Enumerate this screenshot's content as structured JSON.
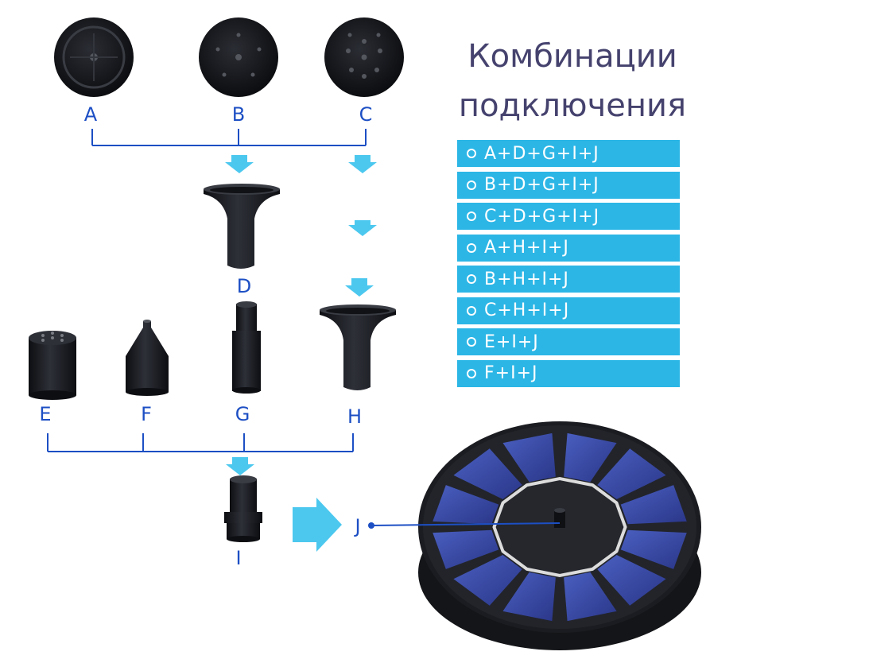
{
  "title_lines": [
    "Комбинации",
    "подключения"
  ],
  "parts": {
    "A": "A",
    "B": "B",
    "C": "C",
    "D": "D",
    "E": "E",
    "F": "F",
    "G": "G",
    "H": "H",
    "I": "I",
    "J": "J"
  },
  "combinations": [
    "A+D+G+I+J",
    "B+D+G+I+J",
    "C+D+G+I+J",
    "A+H+I+J",
    "B+H+I+J",
    "C+H+I+J",
    "E+I+J",
    "F+I+J"
  ],
  "colors": {
    "label_blue": "#1d4fc4",
    "arrow_cyan": "#4cc8ef",
    "panel_cyan": "#2cb6e6",
    "title": "#45426e",
    "part_dark": "#1a1c22",
    "solar_blue": "#3a4ea8"
  }
}
